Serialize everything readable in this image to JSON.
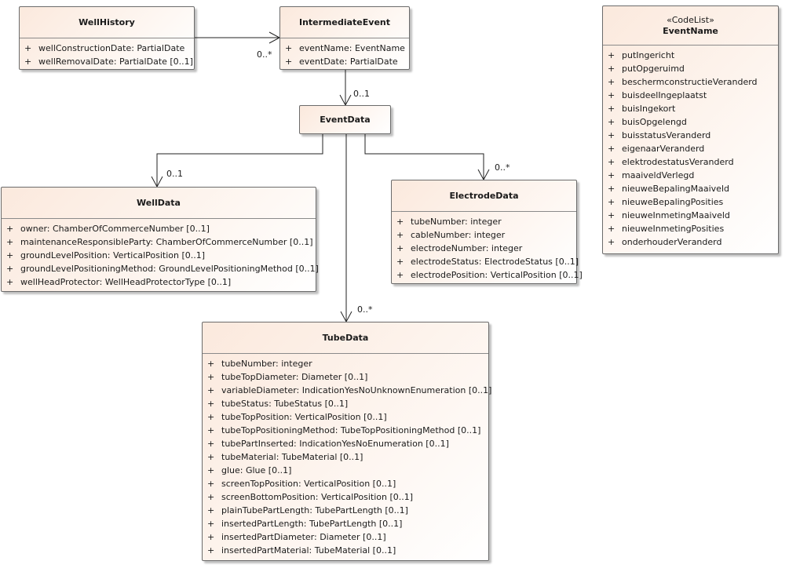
{
  "classes": {
    "well_history": {
      "name": "WellHistory",
      "attributes": [
        {
          "vis": "+",
          "text": "wellConstructionDate: PartialDate"
        },
        {
          "vis": "+",
          "text": "wellRemovalDate: PartialDate [0..1]"
        }
      ]
    },
    "intermediate_event": {
      "name": "IntermediateEvent",
      "attributes": [
        {
          "vis": "+",
          "text": "eventName: EventName"
        },
        {
          "vis": "+",
          "text": "eventDate: PartialDate"
        }
      ]
    },
    "event_data": {
      "name": "EventData",
      "attributes": []
    },
    "well_data": {
      "name": "WellData",
      "attributes": [
        {
          "vis": "+",
          "text": "owner: ChamberOfCommerceNumber [0..1]"
        },
        {
          "vis": "+",
          "text": "maintenanceResponsibleParty: ChamberOfCommerceNumber [0..1]"
        },
        {
          "vis": "+",
          "text": "groundLevelPosition: VerticalPosition [0..1]"
        },
        {
          "vis": "+",
          "text": "groundLevelPositioningMethod: GroundLevelPositioningMethod [0..1]"
        },
        {
          "vis": "+",
          "text": "wellHeadProtector: WellHeadProtectorType [0..1]"
        }
      ]
    },
    "electrode_data": {
      "name": "ElectrodeData",
      "attributes": [
        {
          "vis": "+",
          "text": "tubeNumber: integer"
        },
        {
          "vis": "+",
          "text": "cableNumber: integer"
        },
        {
          "vis": "+",
          "text": "electrodeNumber: integer"
        },
        {
          "vis": "+",
          "text": "electrodeStatus: ElectrodeStatus [0..1]"
        },
        {
          "vis": "+",
          "text": "electrodePosition: VerticalPosition [0..1]"
        }
      ]
    },
    "tube_data": {
      "name": "TubeData",
      "attributes": [
        {
          "vis": "+",
          "text": "tubeNumber: integer"
        },
        {
          "vis": "+",
          "text": "tubeTopDiameter: Diameter [0..1]"
        },
        {
          "vis": "+",
          "text": "variableDiameter: IndicationYesNoUnknownEnumeration [0..1]"
        },
        {
          "vis": "+",
          "text": "tubeStatus: TubeStatus [0..1]"
        },
        {
          "vis": "+",
          "text": "tubeTopPosition: VerticalPosition [0..1]"
        },
        {
          "vis": "+",
          "text": "tubeTopPositioningMethod: TubeTopPositioningMethod [0..1]"
        },
        {
          "vis": "+",
          "text": "tubePartInserted: IndicationYesNoEnumeration [0..1]"
        },
        {
          "vis": "+",
          "text": "tubeMaterial: TubeMaterial [0..1]"
        },
        {
          "vis": "+",
          "text": "glue: Glue [0..1]"
        },
        {
          "vis": "+",
          "text": "screenTopPosition: VerticalPosition [0..1]"
        },
        {
          "vis": "+",
          "text": "screenBottomPosition: VerticalPosition [0..1]"
        },
        {
          "vis": "+",
          "text": "plainTubePartLength: TubePartLength [0..1]"
        },
        {
          "vis": "+",
          "text": "insertedPartLength: TubePartLength [0..1]"
        },
        {
          "vis": "+",
          "text": "insertedPartDiameter: Diameter [0..1]"
        },
        {
          "vis": "+",
          "text": "insertedPartMaterial: TubeMaterial [0..1]"
        }
      ]
    },
    "event_name": {
      "stereotype": "«CodeList»",
      "name": "EventName",
      "attributes": [
        {
          "vis": "+",
          "text": "putIngericht"
        },
        {
          "vis": "+",
          "text": "putOpgeruimd"
        },
        {
          "vis": "+",
          "text": "beschermconstructieVeranderd"
        },
        {
          "vis": "+",
          "text": "buisdeelIngeplaatst"
        },
        {
          "vis": "+",
          "text": "buisIngekort"
        },
        {
          "vis": "+",
          "text": "buisOpgelengd"
        },
        {
          "vis": "+",
          "text": "buisstatusVeranderd"
        },
        {
          "vis": "+",
          "text": "eigenaarVeranderd"
        },
        {
          "vis": "+",
          "text": "elektrodestatusVeranderd"
        },
        {
          "vis": "+",
          "text": "maaiveldVerlegd"
        },
        {
          "vis": "+",
          "text": "nieuweBepalingMaaiveld"
        },
        {
          "vis": "+",
          "text": "nieuweBepalingPosities"
        },
        {
          "vis": "+",
          "text": "nieuweInmetingMaaiveld"
        },
        {
          "vis": "+",
          "text": "nieuweInmetingPosities"
        },
        {
          "vis": "+",
          "text": "onderhouderVeranderd"
        }
      ]
    }
  },
  "associations": [
    {
      "from": "WellHistory",
      "to": "IntermediateEvent",
      "multiplicity": "0..*"
    },
    {
      "from": "IntermediateEvent",
      "to": "EventData",
      "multiplicity": "0..1"
    },
    {
      "from": "EventData",
      "to": "WellData",
      "multiplicity": "0..1"
    },
    {
      "from": "EventData",
      "to": "ElectrodeData",
      "multiplicity": "0..*"
    },
    {
      "from": "EventData",
      "to": "TubeData",
      "multiplicity": "0..*"
    }
  ]
}
